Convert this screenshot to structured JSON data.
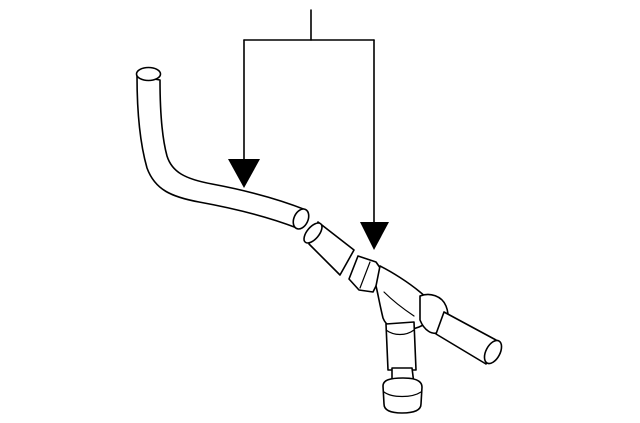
{
  "diagram": {
    "background_color": "#ffffff",
    "line_color": "#000000",
    "callout": {
      "targets": [
        "upper-hose",
        "tee-hose-assembly"
      ]
    },
    "parts": [
      {
        "name": "upper-hose"
      },
      {
        "name": "tee-hose-assembly"
      }
    ]
  }
}
